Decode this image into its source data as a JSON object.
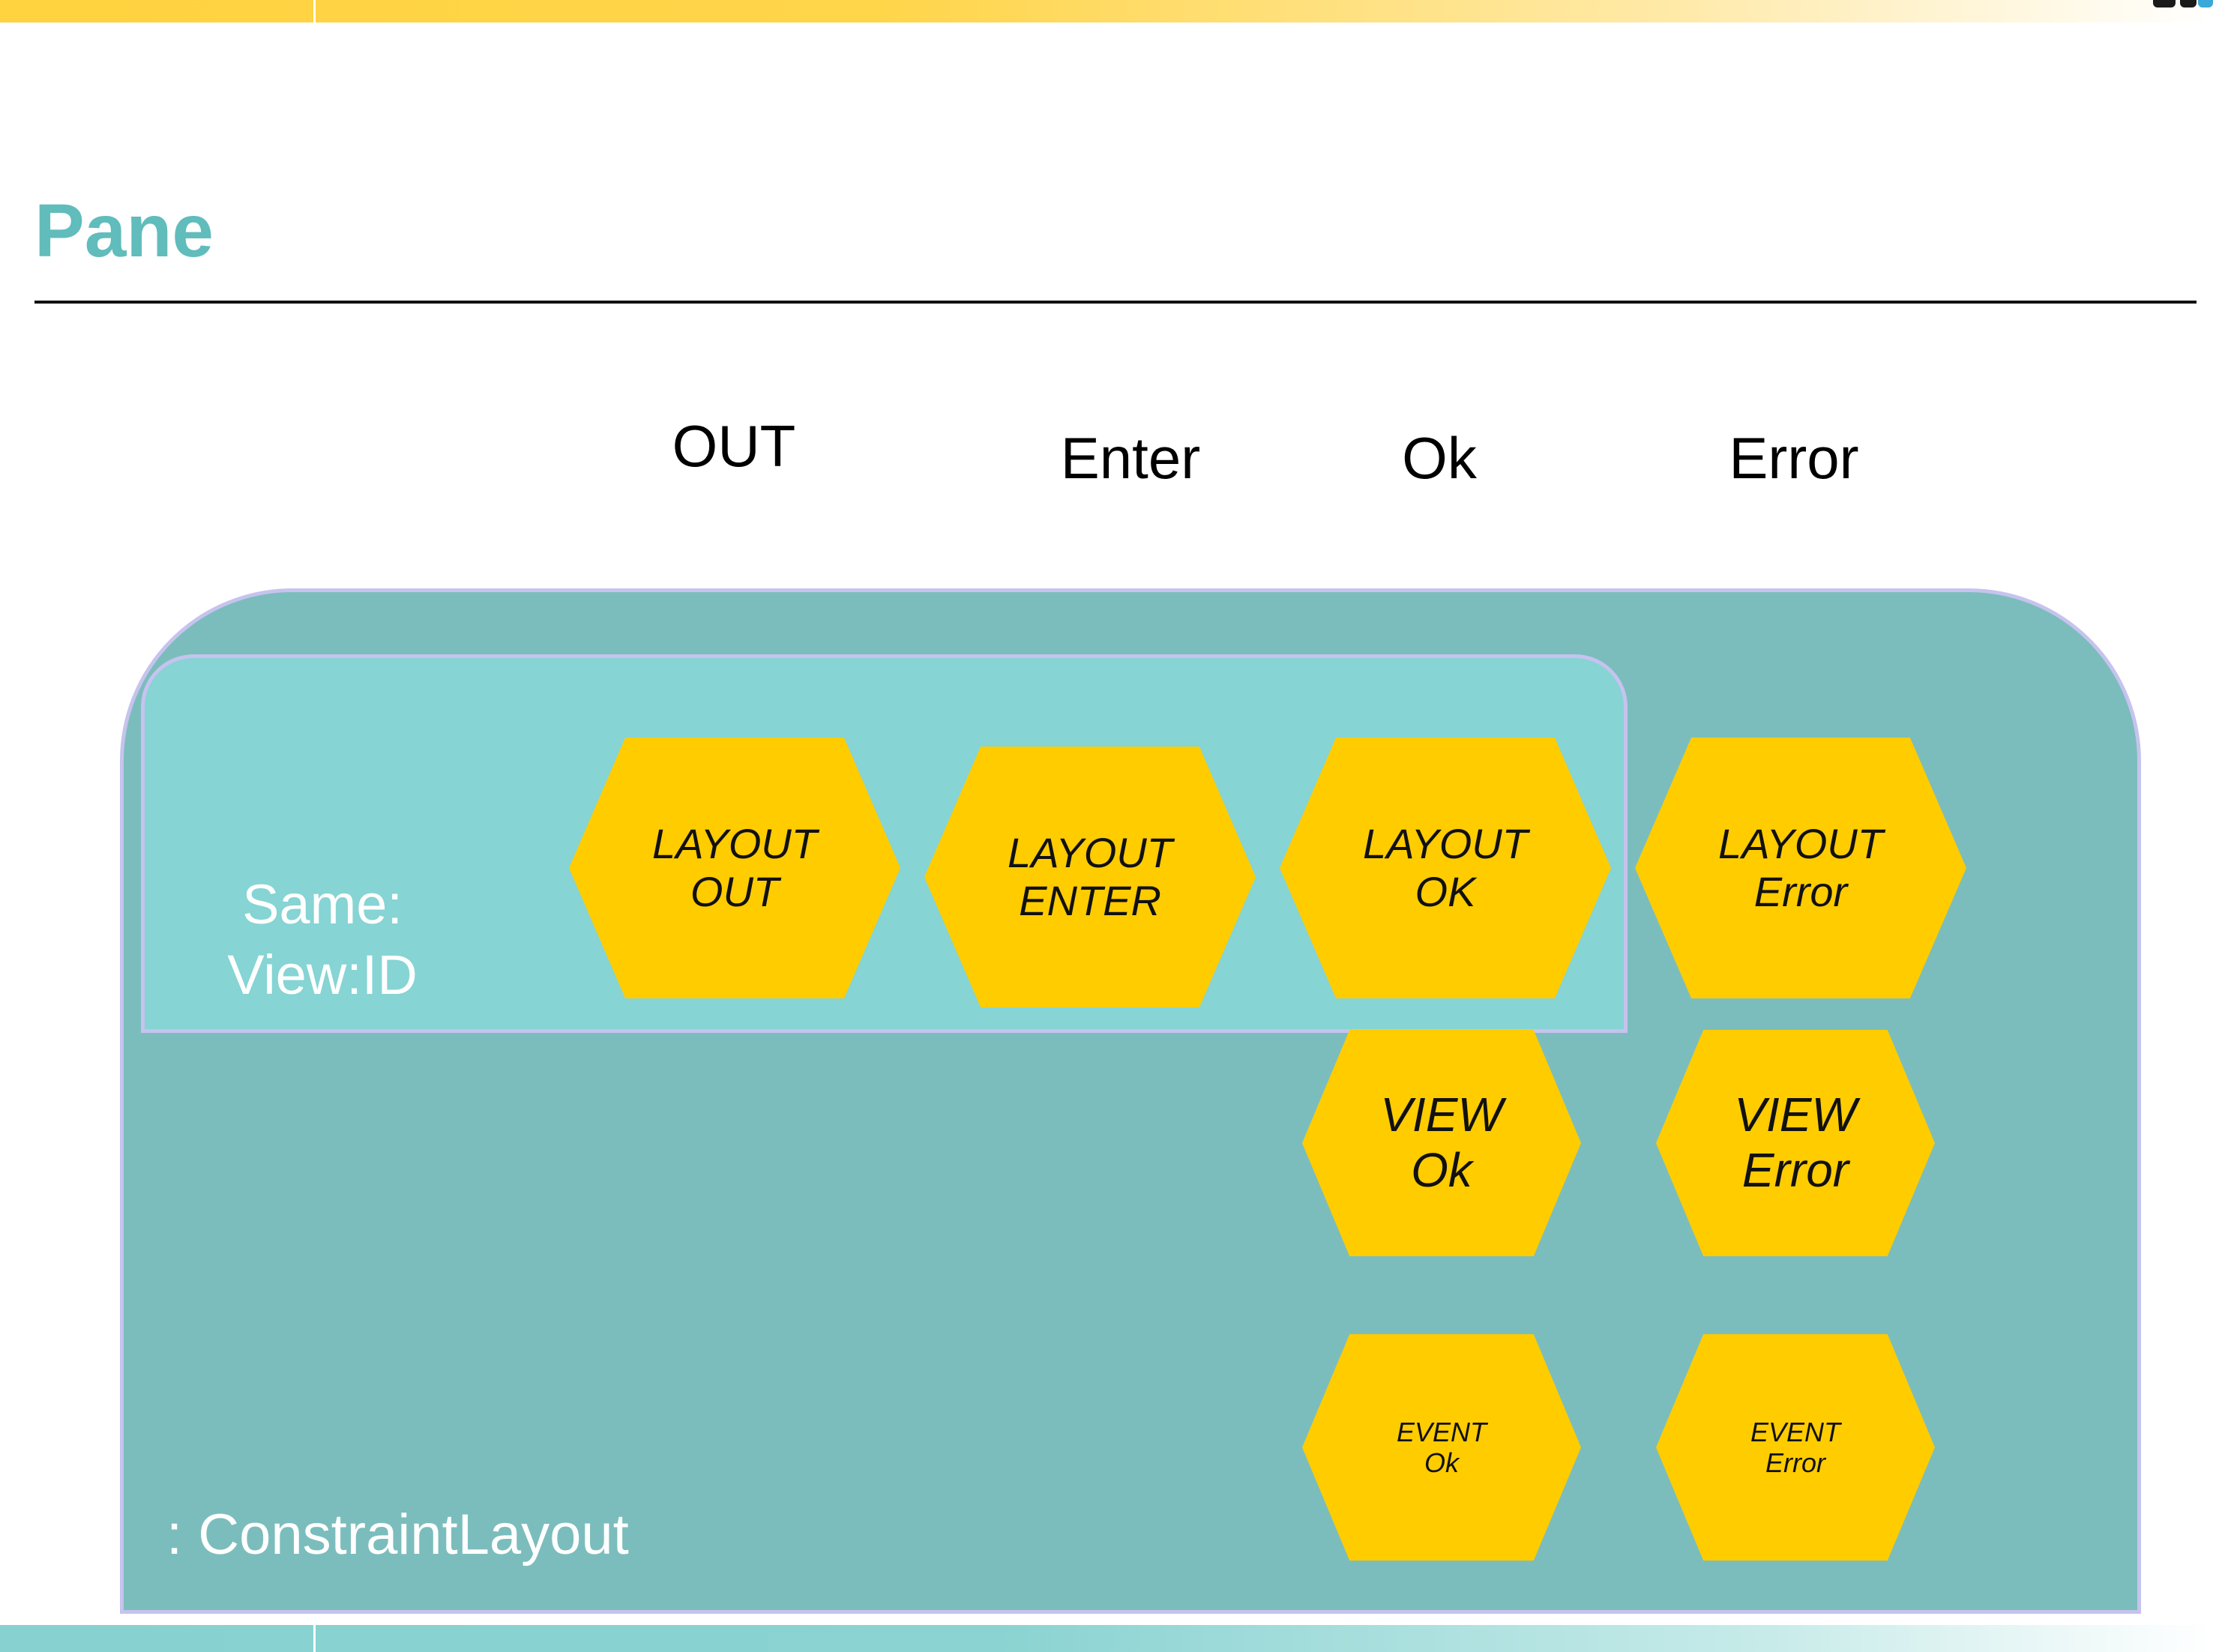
{
  "page": {
    "title": "Pane"
  },
  "columns": [
    "OUT",
    "Enter",
    "Ok",
    "Error"
  ],
  "container": {
    "label": ": ConstraintLayout",
    "group_label_line1": "Same:",
    "group_label_line2": "View:ID"
  },
  "nodes": {
    "layout_out": {
      "line1": "LAYOUT",
      "line2": "OUT"
    },
    "layout_enter": {
      "line1": "LAYOUT",
      "line2": "ENTER"
    },
    "layout_ok": {
      "line1": "LAYOUT",
      "line2": "OK"
    },
    "layout_error": {
      "line1": "LAYOUT",
      "line2": "Error"
    },
    "view_ok": {
      "line1": "VIEW",
      "line2": "Ok"
    },
    "view_error": {
      "line1": "VIEW",
      "line2": "Error"
    },
    "event_ok": {
      "line1": "EVENT",
      "line2": "Ok"
    },
    "event_error": {
      "line1": "EVENT",
      "line2": "Error"
    }
  },
  "colors": {
    "title": "#61bcbc",
    "container": "#7bbdbc",
    "group": "#86d4d4",
    "border": "#c6c3ee",
    "hexagon": "#ffcc00"
  }
}
